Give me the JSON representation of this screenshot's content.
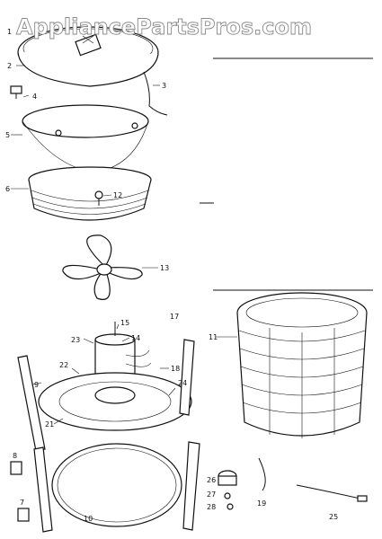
{
  "watermark": "AppliancePartsPros.com",
  "callouts": [
    {
      "id": "c1",
      "text": "1"
    },
    {
      "id": "c2",
      "text": "2"
    },
    {
      "id": "c3",
      "text": "3"
    },
    {
      "id": "c4",
      "text": "4"
    },
    {
      "id": "c5",
      "text": "5"
    },
    {
      "id": "c6",
      "text": "6"
    },
    {
      "id": "c7",
      "text": "7"
    },
    {
      "id": "c8",
      "text": "8"
    },
    {
      "id": "c9",
      "text": "9"
    },
    {
      "id": "c10",
      "text": "10"
    },
    {
      "id": "c11",
      "text": "11"
    },
    {
      "id": "c12",
      "text": "12"
    },
    {
      "id": "c13",
      "text": "13"
    },
    {
      "id": "c14",
      "text": "14"
    },
    {
      "id": "c15",
      "text": "15"
    },
    {
      "id": "c17",
      "text": "17"
    },
    {
      "id": "c18",
      "text": "18"
    },
    {
      "id": "c19",
      "text": "19"
    },
    {
      "id": "c21",
      "text": "21"
    },
    {
      "id": "c22",
      "text": "22"
    },
    {
      "id": "c23",
      "text": "23"
    },
    {
      "id": "c24",
      "text": "24"
    },
    {
      "id": "c25",
      "text": "25"
    },
    {
      "id": "c26",
      "text": "26"
    },
    {
      "id": "c27",
      "text": "27"
    },
    {
      "id": "c28",
      "text": "28"
    }
  ]
}
